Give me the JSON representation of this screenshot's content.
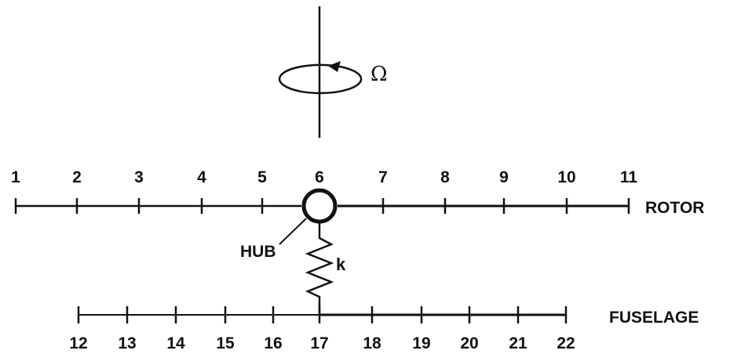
{
  "rotation": {
    "symbol": "Ω"
  },
  "rotor": {
    "label": "ROTOR",
    "nodes": [
      "1",
      "2",
      "3",
      "4",
      "5",
      "6",
      "7",
      "8",
      "9",
      "10",
      "11"
    ]
  },
  "hub": {
    "label": "HUB"
  },
  "spring": {
    "label": "k"
  },
  "fuselage": {
    "label": "FUSELAGE",
    "nodes": [
      "12",
      "13",
      "14",
      "15",
      "16",
      "17",
      "18",
      "19",
      "20",
      "21",
      "22"
    ]
  },
  "colors": {
    "ink": "#111111",
    "background": "#ffffff"
  }
}
